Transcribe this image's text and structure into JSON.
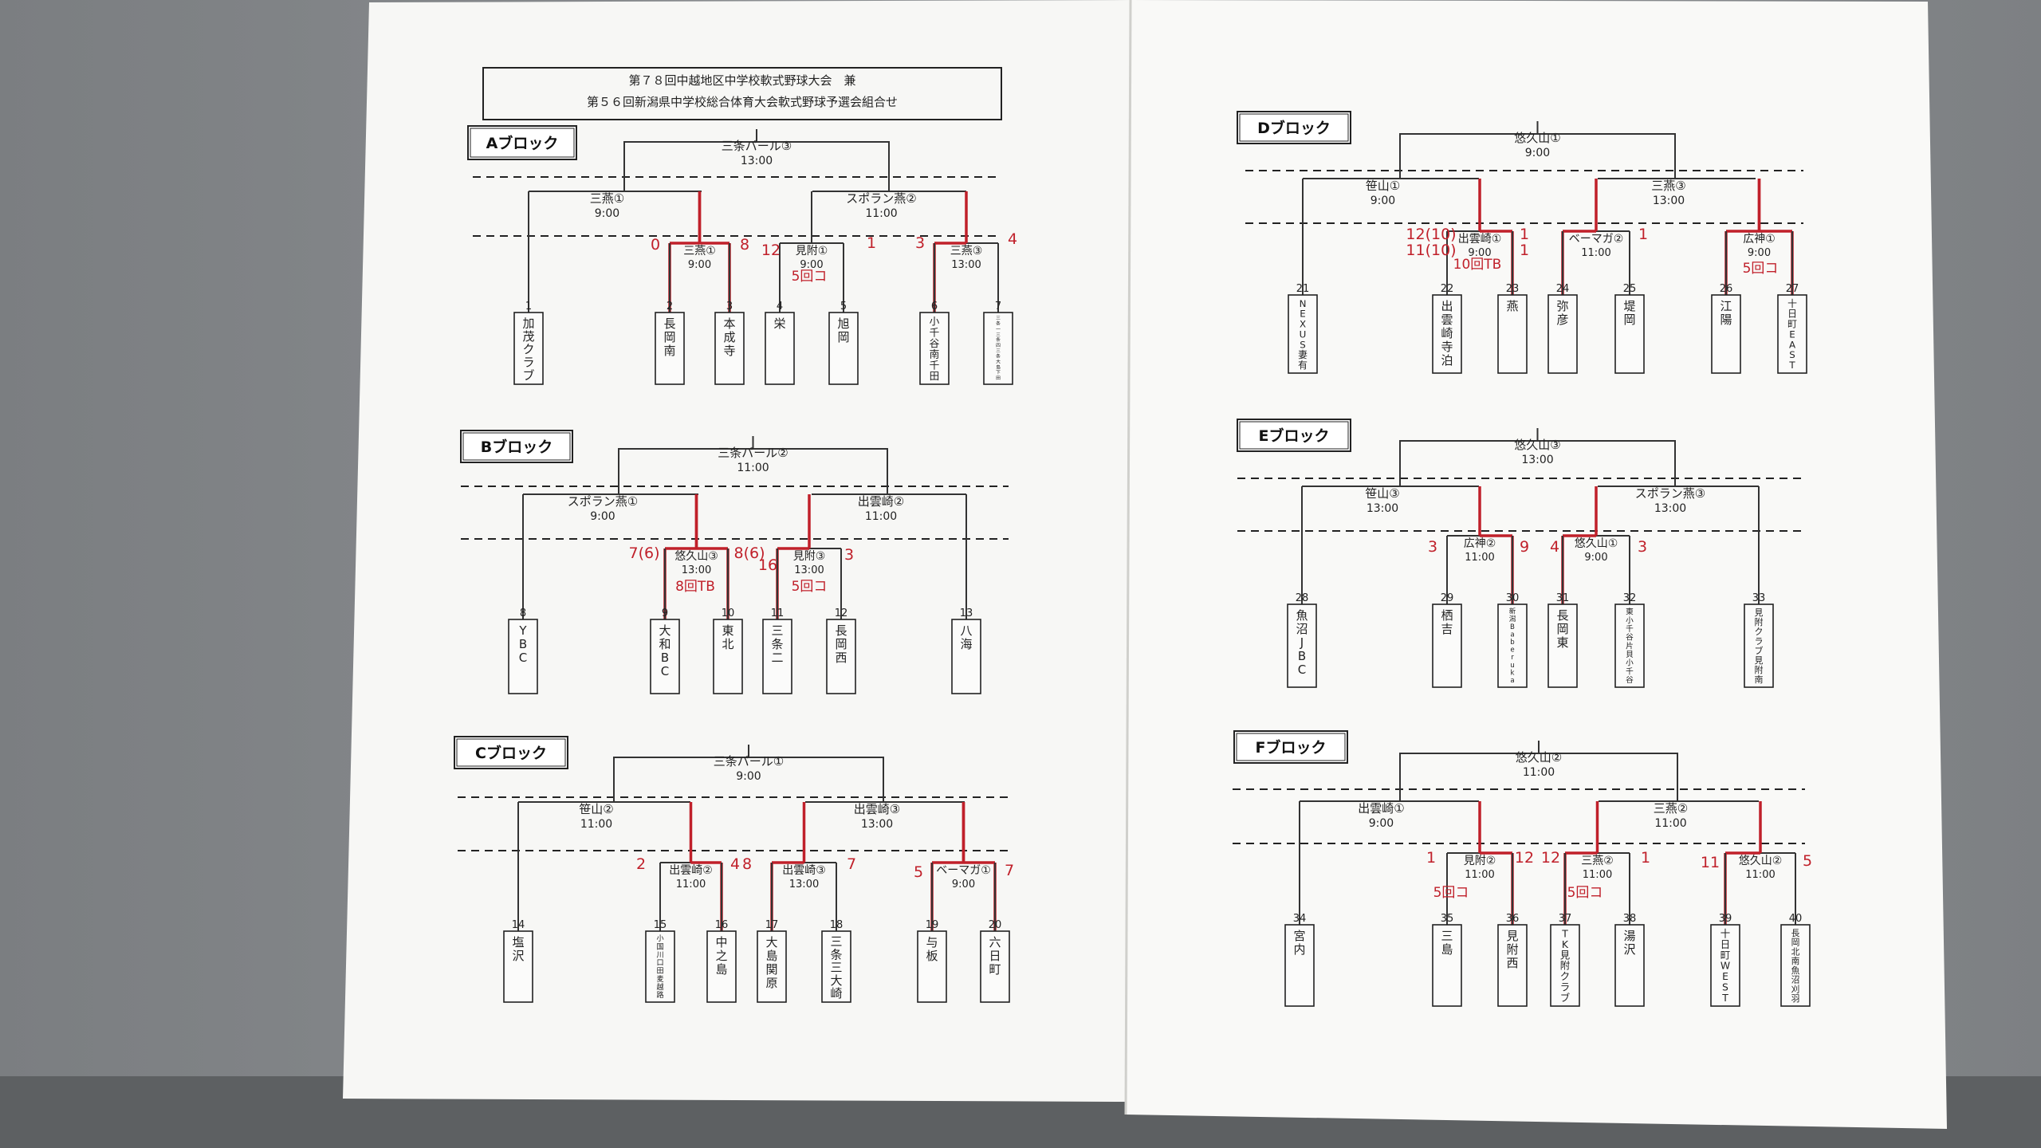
{
  "header": {
    "line1": "第７８回中越地区中学校軟式野球大会　兼",
    "line2": "第５６回新潟県中学校総合体育大会軟式野球予選会組合せ"
  },
  "blocks": [
    {
      "label": "Aブロック",
      "final": {
        "venue": "三条パール③",
        "time": "13:00"
      },
      "semis": [
        {
          "venue": "三燕①",
          "time": "9:00"
        },
        {
          "venue": "スポラン燕②",
          "time": "11:00"
        }
      ],
      "firsts": [
        {
          "venue": "三燕①",
          "time": "9:00"
        },
        {
          "venue": "見附①",
          "time": "9:00"
        },
        {
          "venue": "三燕③",
          "time": "13:00"
        }
      ],
      "teams": [
        {
          "num": "1",
          "name": "加茂クラブ"
        },
        {
          "num": "2",
          "name": "長岡南"
        },
        {
          "num": "3",
          "name": "本成寺"
        },
        {
          "num": "4",
          "name": "栄"
        },
        {
          "num": "5",
          "name": "旭岡"
        },
        {
          "num": "6",
          "name": "小千谷南・千田"
        },
        {
          "num": "7",
          "name": "三条一・三条四・三条大島・下田"
        }
      ],
      "scores": [
        "0",
        "8",
        "12",
        "1",
        "3",
        "4"
      ],
      "notes": [
        "5回コ"
      ]
    },
    {
      "label": "Bブロック",
      "final": {
        "venue": "三条パール②",
        "time": "11:00"
      },
      "semis": [
        {
          "venue": "スポラン燕①",
          "time": "9:00"
        },
        {
          "venue": "出雲崎②",
          "time": "11:00"
        }
      ],
      "firsts": [
        {
          "venue": "悠久山③",
          "time": "13:00"
        },
        {
          "venue": "見附③",
          "time": "13:00"
        }
      ],
      "teams": [
        {
          "num": "8",
          "name": "YBC"
        },
        {
          "num": "9",
          "name": "大和BC"
        },
        {
          "num": "10",
          "name": "東北"
        },
        {
          "num": "11",
          "name": "三条二"
        },
        {
          "num": "12",
          "name": "長岡西"
        },
        {
          "num": "13",
          "name": "八海"
        }
      ],
      "scores": [
        "7(6)",
        "8(6)",
        "16",
        "3"
      ],
      "notes": [
        "8回TB",
        "5回コ"
      ]
    },
    {
      "label": "Cブロック",
      "final": {
        "venue": "三条パール①",
        "time": "9:00"
      },
      "semis": [
        {
          "venue": "笹山②",
          "time": "11:00"
        },
        {
          "venue": "出雲崎③",
          "time": "13:00"
        }
      ],
      "firsts": [
        {
          "venue": "出雲崎②",
          "time": "11:00"
        },
        {
          "venue": "出雲崎③",
          "time": "13:00"
        },
        {
          "venue": "ベーマガ①",
          "time": "9:00"
        }
      ],
      "teams": [
        {
          "num": "14",
          "name": "塩沢"
        },
        {
          "num": "15",
          "name": "小国・川口・田麦・越路"
        },
        {
          "num": "16",
          "name": "中之島"
        },
        {
          "num": "17",
          "name": "大島・関原"
        },
        {
          "num": "18",
          "name": "三条三・大崎"
        },
        {
          "num": "19",
          "name": "与板"
        },
        {
          "num": "20",
          "name": "六日町"
        }
      ],
      "scores": [
        "2",
        "4",
        "8",
        "7",
        "5",
        "7"
      ],
      "notes": []
    },
    {
      "label": "Dブロック",
      "final": {
        "venue": "悠久山①",
        "time": "9:00"
      },
      "semis": [
        {
          "venue": "笹山①",
          "time": "9:00"
        },
        {
          "venue": "三燕③",
          "time": "13:00"
        }
      ],
      "firsts": [
        {
          "venue": "出雲崎①",
          "time": "9:00"
        },
        {
          "venue": "ベーマガ②",
          "time": "11:00"
        },
        {
          "venue": "広神①",
          "time": "9:00"
        }
      ],
      "teams": [
        {
          "num": "21",
          "name": "NEXUS・妻有"
        },
        {
          "num": "22",
          "name": "出雲崎・寺泊"
        },
        {
          "num": "23",
          "name": "燕"
        },
        {
          "num": "24",
          "name": "弥彦"
        },
        {
          "num": "25",
          "name": "堤岡"
        },
        {
          "num": "26",
          "name": "江陽"
        },
        {
          "num": "27",
          "name": "十日町EAST"
        }
      ],
      "scores": [
        "12(10)",
        "11(10)",
        "1",
        "1",
        "1"
      ],
      "notes": [
        "10回TB",
        "5回コ"
      ]
    },
    {
      "label": "Eブロック",
      "final": {
        "venue": "悠久山③",
        "time": "13:00"
      },
      "semis": [
        {
          "venue": "笹山③",
          "time": "13:00"
        },
        {
          "venue": "スポラン燕③",
          "time": "13:00"
        }
      ],
      "firsts": [
        {
          "venue": "広神②",
          "time": "11:00"
        },
        {
          "venue": "悠久山①",
          "time": "9:00"
        }
      ],
      "teams": [
        {
          "num": "28",
          "name": "魚沼JBC"
        },
        {
          "num": "29",
          "name": "栖吉"
        },
        {
          "num": "30",
          "name": "新潟Baberuka"
        },
        {
          "num": "31",
          "name": "長岡東"
        },
        {
          "num": "32",
          "name": "東小千谷・片貝・小千谷"
        },
        {
          "num": "33",
          "name": "見附クラブ・見附南"
        }
      ],
      "scores": [
        "3",
        "9",
        "4",
        "3"
      ],
      "notes": []
    },
    {
      "label": "Fブロック",
      "final": {
        "venue": "悠久山②",
        "time": "11:00"
      },
      "semis": [
        {
          "venue": "出雲崎①",
          "time": "9:00"
        },
        {
          "venue": "三燕②",
          "time": "11:00"
        }
      ],
      "firsts": [
        {
          "venue": "見附②",
          "time": "11:00"
        },
        {
          "venue": "三燕②",
          "time": "11:00"
        },
        {
          "venue": "悠久山②",
          "time": "11:00"
        }
      ],
      "teams": [
        {
          "num": "34",
          "name": "宮内"
        },
        {
          "num": "35",
          "name": "三島"
        },
        {
          "num": "36",
          "name": "見附西"
        },
        {
          "num": "37",
          "name": "TK見附クラブ"
        },
        {
          "num": "38",
          "name": "湯沢"
        },
        {
          "num": "39",
          "name": "十日町WEST"
        },
        {
          "num": "40",
          "name": "長岡北・南魚沼・刈羽"
        }
      ],
      "scores": [
        "1",
        "12",
        "12",
        "1",
        "11",
        "5"
      ],
      "notes": [
        "5回コ",
        "5回コ"
      ]
    }
  ]
}
